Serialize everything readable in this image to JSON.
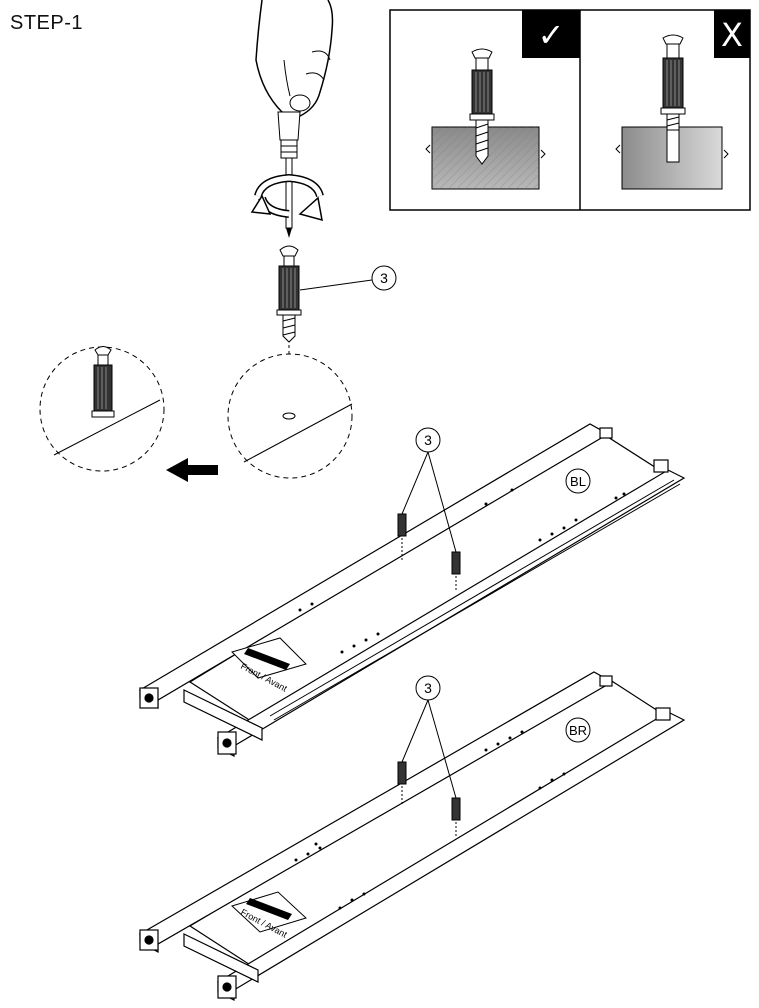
{
  "step_title": "STEP-1",
  "callouts": {
    "part_number": "3"
  },
  "inset": {
    "correct_mark": "✓",
    "wrong_mark": "X"
  },
  "rails": {
    "left_label": "BL",
    "right_label": "BR",
    "direction_label": "Front / Avant"
  },
  "icons": [
    "hand-icon",
    "screwdriver-icon",
    "rotation-arrow-icon",
    "cam-bolt-icon",
    "arrow-left-icon"
  ]
}
